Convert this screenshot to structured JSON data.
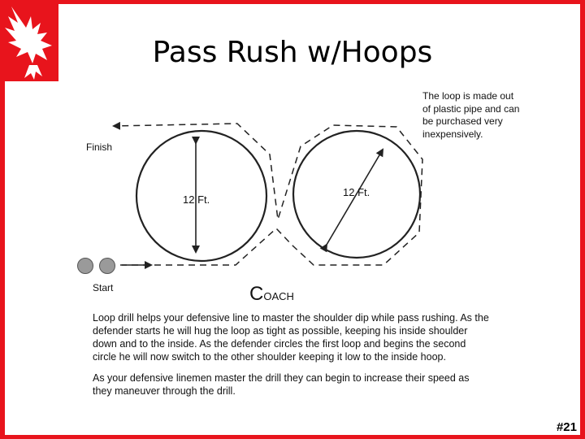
{
  "slide": {
    "title": "Pass Rush w/Hoops",
    "number": "#21"
  },
  "diagram": {
    "finish_label": "Finish",
    "start_label": "Start",
    "hoop1_label": "12 Ft.",
    "hoop2_label": "12 Ft.",
    "note": "The loop is made out of plastic pipe and can be purchased very inexpensively.",
    "coach_big": "C",
    "coach_small": "OACH"
  },
  "description": {
    "paragraph1": "Loop drill helps your defensive line to master the shoulder dip while pass rushing. As the defender starts he will hug the loop as tight as possible, keeping his inside shoulder down and to the inside. As the defender circles the first loop and begins the second circle he will now switch to the other shoulder keeping it low to the inside hoop.",
    "paragraph2": "As your defensive linemen master the drill they can begin to increase their speed as they maneuver through the drill."
  },
  "colors": {
    "frame": "#e8141c",
    "player_fill": "#9a9a9a"
  }
}
